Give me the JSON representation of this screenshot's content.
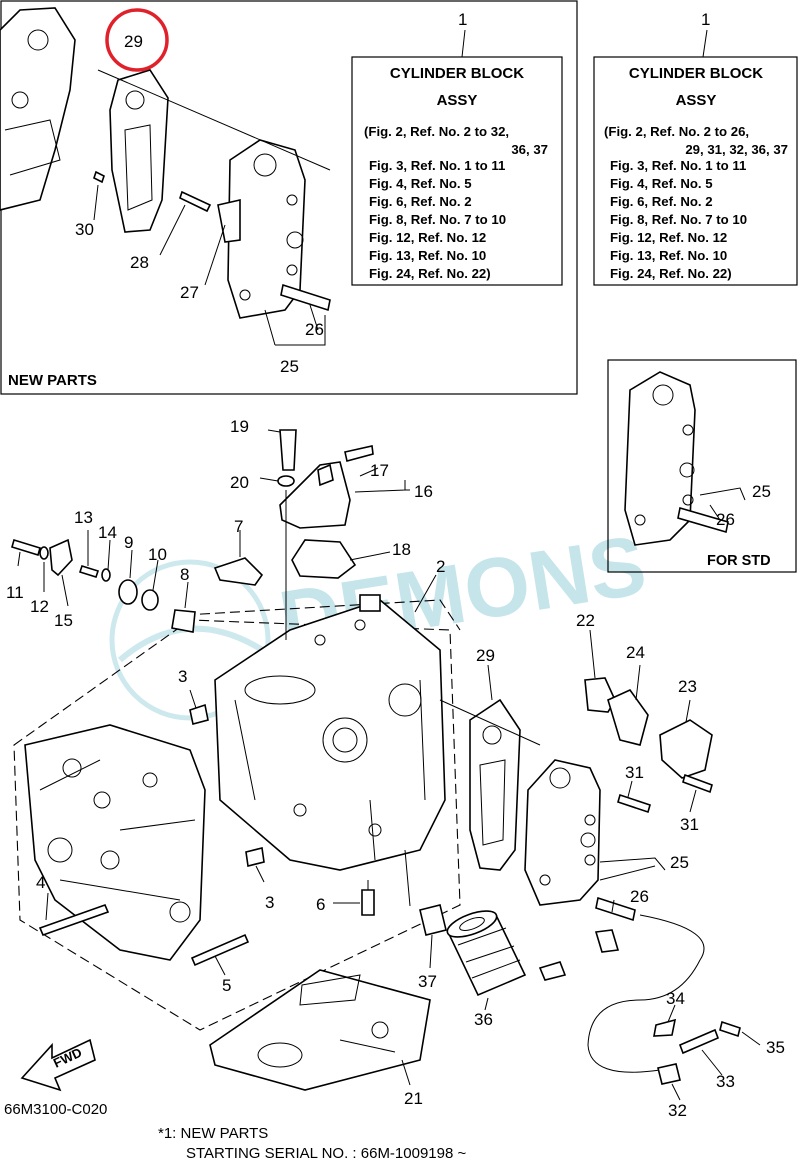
{
  "callouts": {
    "c1": "1",
    "c1b": "1",
    "c2": "2",
    "c3a": "3",
    "c3b": "3",
    "c4": "4",
    "c5": "5",
    "c6": "6",
    "c7": "7",
    "c8": "8",
    "c9": "9",
    "c10": "10",
    "c11": "11",
    "c12": "12",
    "c13": "13",
    "c14": "14",
    "c15": "15",
    "c16": "16",
    "c17": "17",
    "c18": "18",
    "c19": "19",
    "c20": "20",
    "c21": "21",
    "c22": "22",
    "c23": "23",
    "c24": "24",
    "c25a": "25",
    "c25b": "25",
    "c25c": "25",
    "c26a": "26",
    "c26b": "26",
    "c26c": "26",
    "c27": "27",
    "c28": "28",
    "c29a": "29",
    "c29b": "29",
    "c30": "30",
    "c31a": "31",
    "c31b": "31",
    "c32": "32",
    "c33": "33",
    "c34": "34",
    "c35": "35",
    "c36": "36",
    "c37": "37"
  },
  "new_parts_box": {
    "label": "NEW PARTS"
  },
  "std_box": {
    "label": "FOR STD"
  },
  "assy_left": {
    "title1": "CYLINDER BLOCK",
    "title2": "ASSY",
    "lines": [
      "(Fig. 2, Ref. No. 2 to 32,",
      "36, 37",
      "Fig. 3, Ref. No. 1 to 11",
      "Fig. 4, Ref. No. 5",
      "Fig. 6, Ref. No. 2",
      "Fig. 8, Ref. No. 7 to 10",
      "Fig. 12, Ref. No. 12",
      "Fig. 13, Ref. No. 10",
      "Fig. 24, Ref. No. 22)"
    ]
  },
  "assy_right": {
    "title1": "CYLINDER BLOCK",
    "title2": "ASSY",
    "lines": [
      "(Fig. 2, Ref. No. 2 to 26,",
      "29, 31, 32, 36, 37",
      "Fig. 3, Ref. No. 1 to 11",
      "Fig. 4, Ref. No. 5",
      "Fig. 6, Ref. No. 2",
      "Fig. 8, Ref. No. 7 to 10",
      "Fig. 12, Ref. No. 12",
      "Fig. 13, Ref. No. 10",
      "Fig. 24, Ref. No. 22)"
    ]
  },
  "fwd_label": "FWD",
  "diagram_code": "66M3100-C020",
  "footnote": {
    "line1": "*1: NEW PARTS",
    "line2": "STARTING SERIAL NO. : 66M-1009198 ~"
  },
  "watermark": "DEMONS",
  "colors": {
    "highlight_circle": "#e0202a",
    "watermark": "#5bb6c8"
  }
}
